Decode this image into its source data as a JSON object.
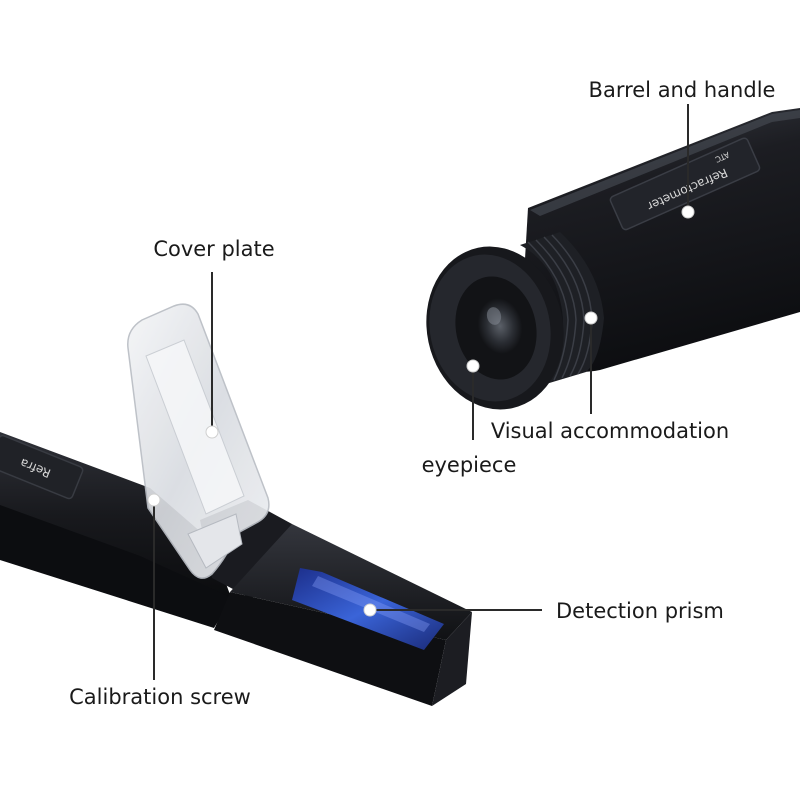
{
  "labels": {
    "barrel": "Barrel and handle",
    "cover": "Cover plate",
    "visual": "Visual accommodation",
    "eyepiece": "eyepiece",
    "prism": "Detection prism",
    "calibration": "Calibration screw"
  },
  "device_print": {
    "barrel_plate": "Refractometer",
    "barrel_badge": "ATC",
    "body_plate": "Refra"
  },
  "colors": {
    "device_body": "#16171b",
    "device_edge": "#2b2d33",
    "prism_blue": "#2a4fc0",
    "cover_plate": "#dadde2",
    "callout_line": "#2a2a2a",
    "callout_dot": "#ffffff",
    "text": "#1a1a1a"
  }
}
